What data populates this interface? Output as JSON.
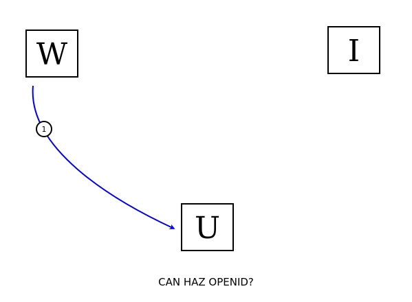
{
  "nodes": {
    "w": {
      "label": "W"
    },
    "i": {
      "label": "I"
    },
    "u": {
      "label": "U"
    }
  },
  "edges": [
    {
      "from": "W",
      "to": "U",
      "step": "1",
      "color": "#0000e6"
    }
  ],
  "caption": "CAN HAZ OPENID?"
}
